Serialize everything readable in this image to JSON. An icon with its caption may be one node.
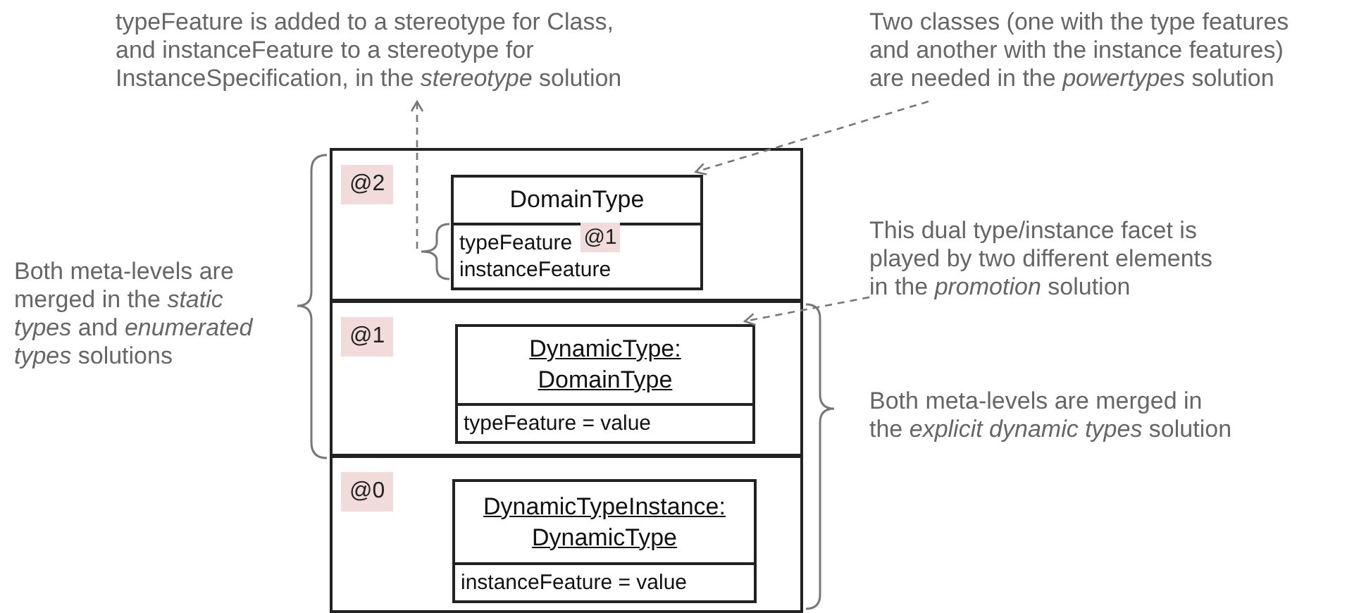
{
  "diagram": {
    "nodes": [
      {
        "text": [
          "@2"
        ]
      },
      {
        "text": [
          "DomainType",
          "typeFeature",
          "instanceFeature"
        ],
        "in": 0
      },
      {
        "text": [
          "@1"
        ],
        "in": 1
      },
      {
        "text": [
          "@1"
        ]
      },
      {
        "text": [
          "DynamicType: DomainType",
          "typeFeature = value"
        ],
        "in": 3
      },
      {
        "text": [
          "@0"
        ]
      },
      {
        "text": [
          "DynamicTypeInstance: DynamicType",
          "instanceFeature = value"
        ],
        "in": 5
      },
      {
        "text": [
          "typeFeature is added to a stereotype for Class, and instanceFeature to a stereotype for InstanceSpecification, in the *stereotype* solution"
        ]
      },
      {
        "text": [
          "Two classes (one with the type features and another with the instance features) are needed in the *powertypes* solution"
        ]
      },
      {
        "text": [
          "This dual type/instance facet is played by two different elements in the *promotion* solution"
        ]
      },
      {
        "text": [],
        "shape": "brace",
        "in": 0
      }
    ],
    "edges": [
      {
        "from": 10,
        "to": 7,
        "arrow": "to",
        "style": "dashed"
      },
      {
        "from": 8,
        "to": 1,
        "arrow": "to",
        "style": "dashed"
      },
      {
        "from": 9,
        "to": 4,
        "arrow": "to",
        "style": "dashed"
      }
    ],
    "labels": [
      "Both meta-levels are merged in the *static types* and *enumerated types* solutions",
      "Both meta-levels are merged in the *explicit dynamic types* solution"
    ]
  }
}
